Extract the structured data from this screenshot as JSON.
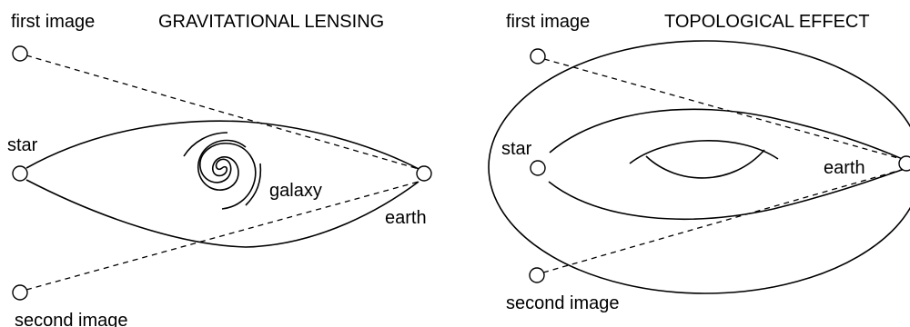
{
  "left_panel": {
    "title": "GRAVITATIONAL LENSING",
    "first_image_label": "first image",
    "second_image_label": "second image",
    "star_label": "star",
    "earth_label": "earth",
    "galaxy_label": "galaxy"
  },
  "right_panel": {
    "title": "TOPOLOGICAL EFFECT",
    "first_image_label": "first image",
    "second_image_label": "second image",
    "star_label": "star",
    "earth_label": "earth"
  }
}
